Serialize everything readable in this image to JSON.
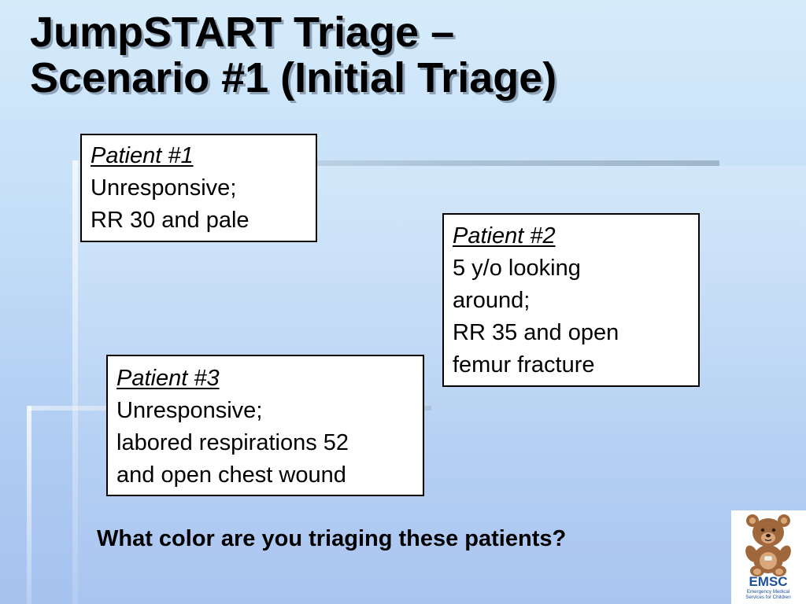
{
  "slide": {
    "title_lines": [
      "JumpSTART Triage –",
      "Scenario #1 (Initial Triage)"
    ],
    "patients": [
      {
        "label": "Patient #1",
        "lines": [
          "Unresponsive;",
          "RR 30 and pale"
        ]
      },
      {
        "label": "Patient #2",
        "lines": [
          "5 y/o looking",
          "around;",
          "RR 35 and open",
          "femur fracture"
        ]
      },
      {
        "label": "Patient #3",
        "lines": [
          "Unresponsive;",
          "labored respirations 52",
          "and open chest wound"
        ]
      }
    ],
    "question": "What color are you triaging these patients?",
    "logo": {
      "icon": "teddy-bear-icon",
      "wordmark": "EMSC",
      "tagline_lines": [
        "Emergency Medical",
        "Services for Children"
      ],
      "colors": {
        "bear": "#a0663c",
        "bear_light": "#d9a77a",
        "wordmark": "#1c4f9c"
      }
    }
  }
}
